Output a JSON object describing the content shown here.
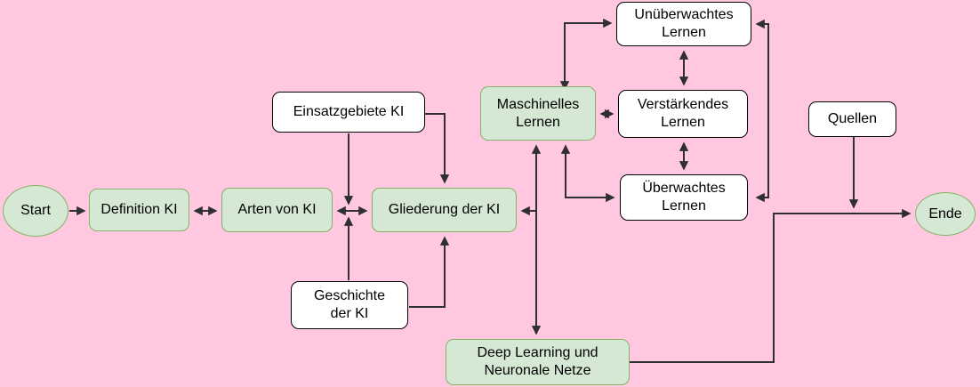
{
  "diagram": {
    "type": "flowchart",
    "language": "de",
    "colors": {
      "background": "#ffc8e0",
      "edge": "#2f2f2f",
      "topic_fill": "#d5e8d4",
      "topic_stroke": "#82b366",
      "plain_fill": "#ffffff",
      "plain_stroke": "#000000",
      "text": "#000000"
    },
    "nodes": {
      "start": {
        "label": "Start",
        "lines": [
          "Start"
        ]
      },
      "definition_ki": {
        "label": "Definition KI",
        "lines": [
          "Definition KI"
        ]
      },
      "arten_von_ki": {
        "label": "Arten von KI",
        "lines": [
          "Arten von KI"
        ]
      },
      "einsatzgebiete_ki": {
        "label": "Einsatzgebiete KI",
        "lines": [
          "Einsatzgebiete KI"
        ]
      },
      "gliederung_der_ki": {
        "label": "Gliederung der KI",
        "lines": [
          "Gliederung der KI"
        ]
      },
      "geschichte_der_ki": {
        "label": "Geschichte der KI",
        "lines": [
          "Geschichte",
          "der KI"
        ]
      },
      "maschinelles_lernen": {
        "label": "Maschinelles Lernen",
        "lines": [
          "Maschinelles",
          "Lernen"
        ]
      },
      "unueberwachtes_lernen": {
        "label": "Unüberwachtes Lernen",
        "lines": [
          "Unüberwachtes",
          "Lernen"
        ]
      },
      "verstaerkendes_lernen": {
        "label": "Verstärkendes Lernen",
        "lines": [
          "Verstärkendes",
          "Lernen"
        ]
      },
      "ueberwachtes_lernen": {
        "label": "Überwachtes Lernen",
        "lines": [
          "Überwachtes",
          "Lernen"
        ]
      },
      "deep_learning": {
        "label": "Deep Learning und Neuronale Netze",
        "lines": [
          "Deep Learning und",
          "Neuronale Netze"
        ]
      },
      "quellen": {
        "label": "Quellen",
        "lines": [
          "Quellen"
        ]
      },
      "ende": {
        "label": "Ende",
        "lines": [
          "Ende"
        ]
      }
    },
    "edges": [
      {
        "from": "start",
        "to": "definition_ki",
        "bidirectional": false
      },
      {
        "from": "definition_ki",
        "to": "arten_von_ki",
        "bidirectional": true
      },
      {
        "from": "arten_von_ki",
        "to": "gliederung_der_ki",
        "bidirectional": true
      },
      {
        "from": "einsatzgebiete_ki",
        "to": "arten_gliederung_junction",
        "bidirectional": false
      },
      {
        "from": "geschichte_der_ki",
        "to": "arten_gliederung_junction",
        "bidirectional": false
      },
      {
        "from": "einsatzgebiete_ki",
        "to": "gliederung_der_ki",
        "bidirectional": false
      },
      {
        "from": "geschichte_der_ki",
        "to": "gliederung_der_ki",
        "bidirectional": false
      },
      {
        "from": "deep_learning",
        "to": "maschinelles_lernen",
        "bidirectional": true
      },
      {
        "from": "maschinelles_lernen",
        "to": "gliederung_der_ki",
        "bidirectional": false
      },
      {
        "from": "maschinelles_lernen",
        "to": "ueberwachtes_lernen",
        "bidirectional": true
      },
      {
        "from": "maschinelles_lernen",
        "to": "verstaerkendes_lernen",
        "bidirectional": true
      },
      {
        "from": "maschinelles_lernen",
        "to": "unueberwachtes_lernen",
        "bidirectional": true
      },
      {
        "from": "unueberwachtes_lernen",
        "to": "verstaerkendes_lernen",
        "bidirectional": true
      },
      {
        "from": "verstaerkendes_lernen",
        "to": "ueberwachtes_lernen",
        "bidirectional": true
      },
      {
        "from": "unueberwachtes_lernen",
        "to": "ueberwachtes_lernen",
        "bidirectional": true
      },
      {
        "from": "deep_learning",
        "to": "ende",
        "bidirectional": false
      },
      {
        "from": "quellen",
        "to": "ende",
        "bidirectional": false
      }
    ]
  }
}
